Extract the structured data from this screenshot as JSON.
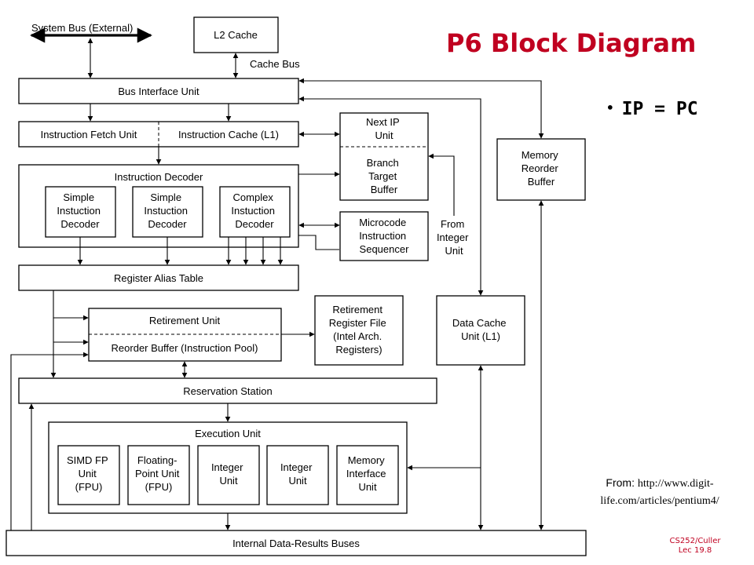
{
  "slide": {
    "title": "P6 Block Diagram",
    "bullet": "IP = PC",
    "source_prefix": "From: ",
    "source_url_line1": "http://www.digit-",
    "source_url_line2": "life.com/articles/pentium4/",
    "footer_line1": "CS252/Culler",
    "footer_line2": "Lec 19.8",
    "accent_color": "#c00020"
  },
  "diagram": {
    "system_bus": "System Bus (External)",
    "l2_cache": "L2 Cache",
    "cache_bus": "Cache Bus",
    "bus_interface_unit": "Bus Interface Unit",
    "instruction_fetch_unit": "Instruction Fetch Unit",
    "instruction_cache": "Instruction Cache (L1)",
    "next_ip_unit": [
      "Next IP",
      "Unit"
    ],
    "branch_target_buffer": [
      "Branch",
      "Target",
      "Buffer"
    ],
    "memory_reorder_buffer": [
      "Memory",
      "Reorder",
      "Buffer"
    ],
    "instruction_decoder": "Instruction Decoder",
    "simple_decoder_1": [
      "Simple",
      "Instuction",
      "Decoder"
    ],
    "simple_decoder_2": [
      "Simple",
      "Instuction",
      "Decoder"
    ],
    "complex_decoder": [
      "Complex",
      "Instuction",
      "Decoder"
    ],
    "microcode_sequencer": [
      "Microcode",
      "Instruction",
      "Sequencer"
    ],
    "from_integer_unit": [
      "From",
      "Integer",
      "Unit"
    ],
    "register_alias_table": "Register Alias Table",
    "retirement_unit": "Retirement Unit",
    "reorder_buffer": "Reorder Buffer (Instruction Pool)",
    "retirement_register_file": [
      "Retirement",
      "Register File",
      "(Intel Arch.",
      "Registers)"
    ],
    "data_cache_unit": [
      "Data Cache",
      "Unit (L1)"
    ],
    "reservation_station": "Reservation Station",
    "execution_unit": "Execution Unit",
    "simd_fp_unit": [
      "SIMD FP",
      "Unit",
      "(FPU)"
    ],
    "floating_point_unit": [
      "Floating-",
      "Point Unit",
      "(FPU)"
    ],
    "integer_unit_1": [
      "Integer",
      "Unit"
    ],
    "integer_unit_2": [
      "Integer",
      "Unit"
    ],
    "memory_interface_unit": [
      "Memory",
      "Interface",
      "Unit"
    ],
    "internal_buses": "Internal Data-Results Buses"
  }
}
